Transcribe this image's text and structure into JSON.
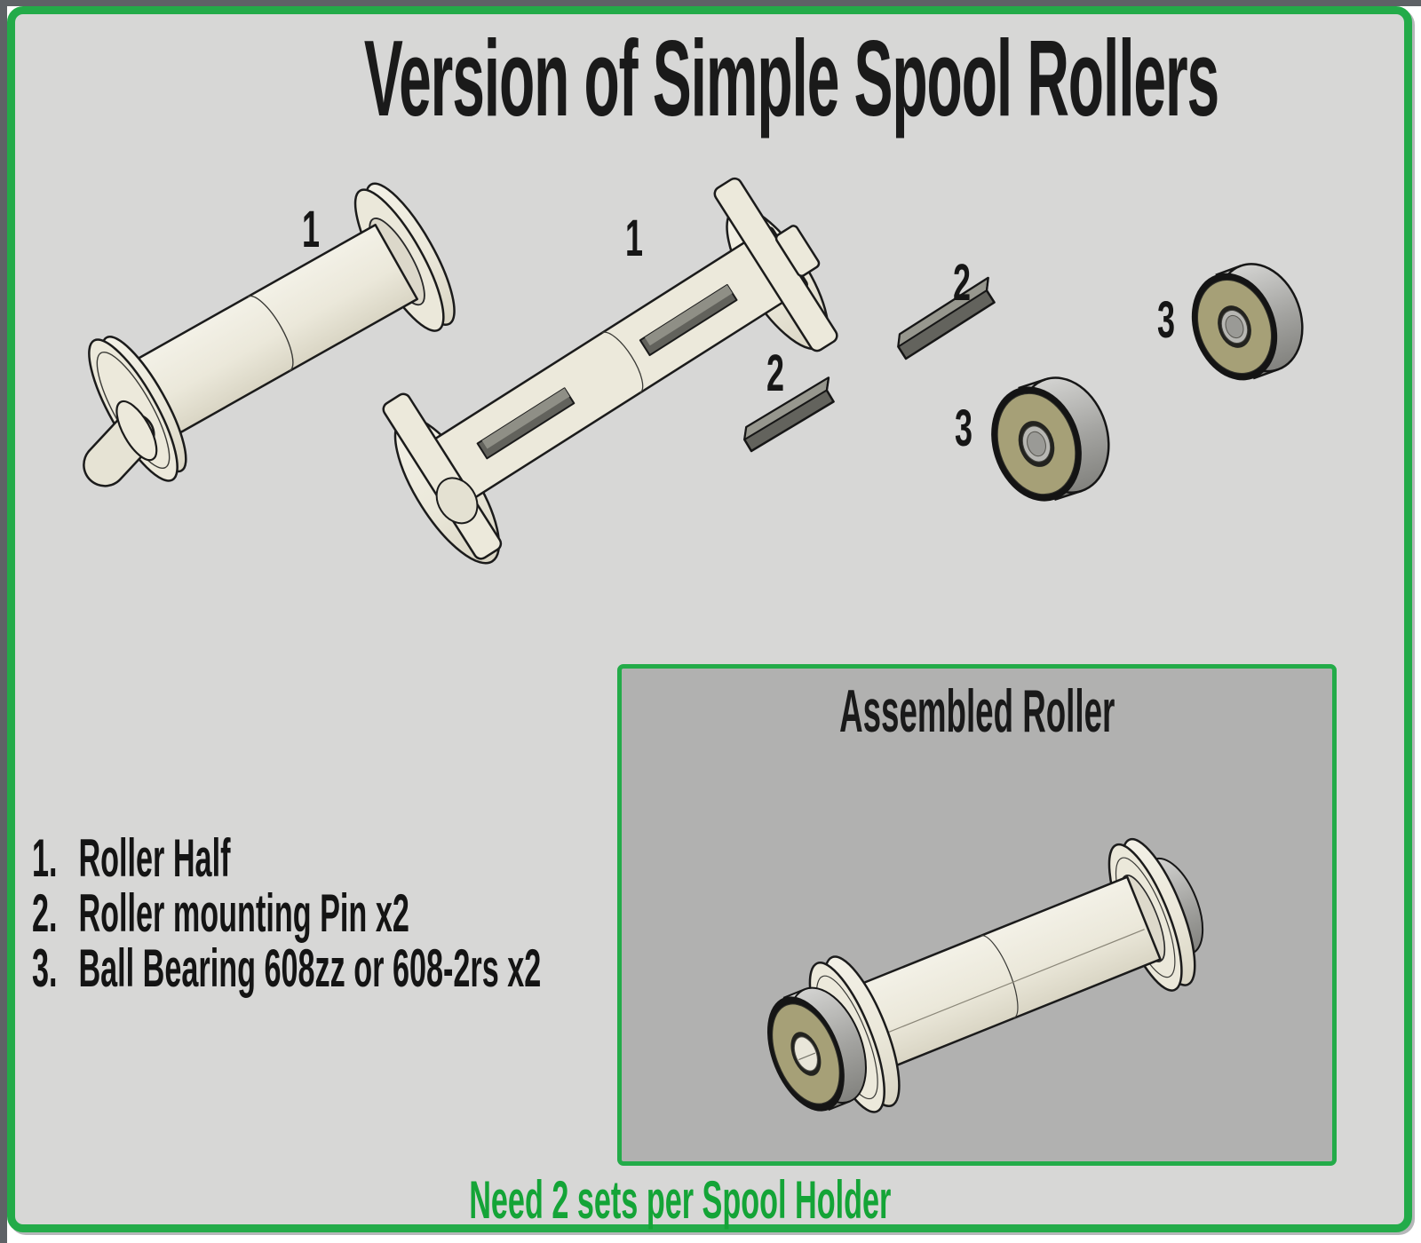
{
  "frame": {
    "border_color": "#23ab49",
    "background_color": "#d7d7d6",
    "inset_background_color": "#b1b1b0",
    "footer_color": "#14a437"
  },
  "title": "Version of Simple Spool Rollers",
  "diagram": {
    "labels": {
      "roller_half_side": "1",
      "roller_half_flat": "1",
      "pin_front": "2",
      "pin_back": "2",
      "bearing_front": "3",
      "bearing_back": "3"
    }
  },
  "parts_list": {
    "items": [
      {
        "num": "1.",
        "label": "Roller Half"
      },
      {
        "num": "2.",
        "label": "Roller mounting Pin x2"
      },
      {
        "num": "3.",
        "label": "Ball Bearing 608zz or 608-2rs x2"
      }
    ]
  },
  "inset": {
    "title": "Assembled Roller"
  },
  "footer": {
    "note": "Need 2 sets per Spool Holder"
  }
}
